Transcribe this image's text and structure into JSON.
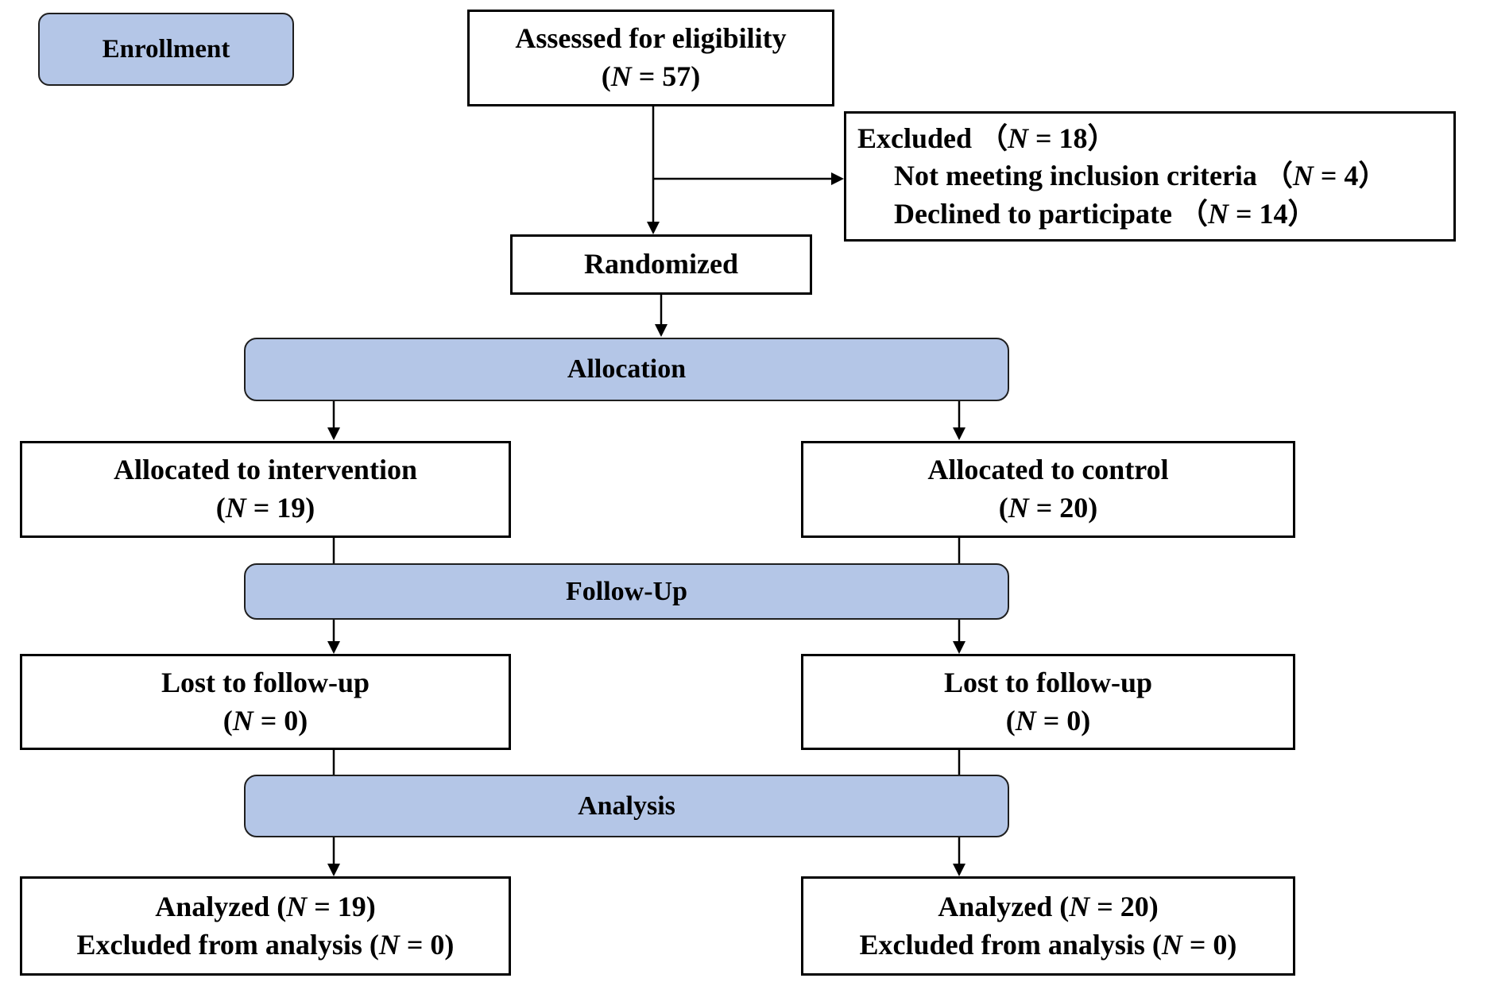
{
  "colors": {
    "banner_fill": "#b4c6e7",
    "banner_border": "#1f1f1f",
    "box_border": "#000000",
    "box_fill": "#ffffff",
    "arrow": "#000000"
  },
  "stages": {
    "enrollment": {
      "label": "Enrollment"
    },
    "allocation": {
      "label": "Allocation"
    },
    "follow_up": {
      "label": "Follow-Up"
    },
    "analysis": {
      "label": "Analysis"
    }
  },
  "boxes": {
    "assessed": {
      "lines": [
        "Assessed for eligibility",
        "(N = 57)"
      ]
    },
    "excluded": {
      "lines": [
        "Excluded （N = 18）",
        "Not meeting inclusion criteria （N = 4）",
        "Declined to participate （N = 14）"
      ]
    },
    "randomized": {
      "lines": [
        "Randomized"
      ]
    },
    "allocated_intervention": {
      "lines": [
        "Allocated to intervention",
        "(N = 19)"
      ]
    },
    "allocated_control": {
      "lines": [
        "Allocated to control",
        "(N = 20)"
      ]
    },
    "lost_intervention": {
      "lines": [
        "Lost to follow-up",
        "(N = 0)"
      ]
    },
    "lost_control": {
      "lines": [
        "Lost to follow-up",
        "(N = 0)"
      ]
    },
    "analyzed_intervention": {
      "lines": [
        "Analyzed (N = 19)",
        "Excluded from analysis (N = 0)"
      ]
    },
    "analyzed_control": {
      "lines": [
        "Analyzed (N = 20)",
        "Excluded from analysis (N = 0)"
      ]
    }
  }
}
